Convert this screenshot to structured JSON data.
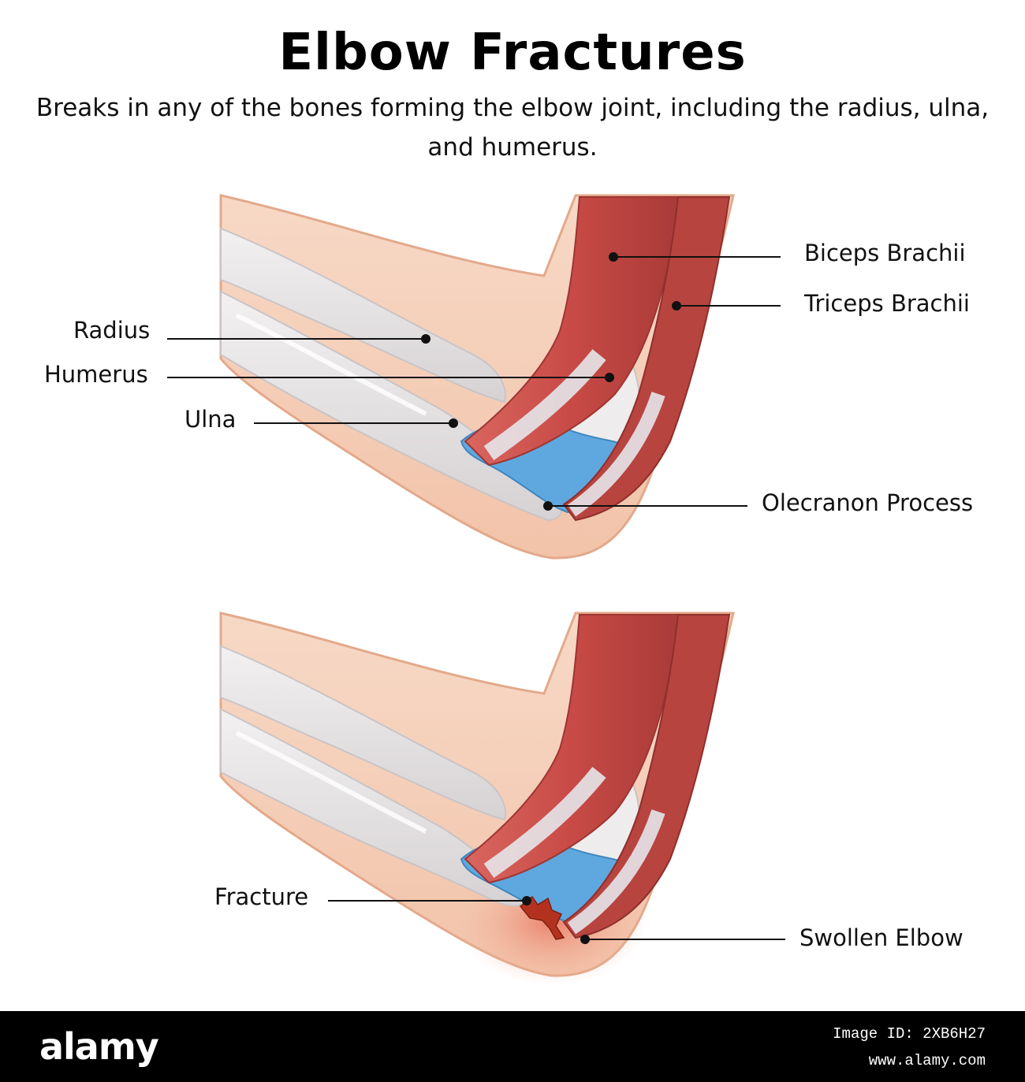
{
  "title": "Elbow Fractures",
  "subtitle": "Breaks in any of the bones forming the elbow joint, including the radius, ulna, and humerus.",
  "labels": {
    "biceps": "Biceps Brachii",
    "triceps": "Triceps Brachii",
    "radius": "Radius",
    "humerus": "Humerus",
    "ulna": "Ulna",
    "olecranon": "Olecranon Process",
    "fracture": "Fracture",
    "swollen": "Swollen Elbow"
  },
  "footer": {
    "brand": "alamy",
    "image_id": "Image ID: 2XB6H27",
    "site": "www.alamy.com"
  },
  "colors": {
    "skin": "#f6d3bf",
    "muscle": "#c8504c",
    "bone": "#e9e7e8",
    "cartilage": "#5fa8df",
    "swelling": "#ee8f7a",
    "fracture": "#b3321f"
  }
}
